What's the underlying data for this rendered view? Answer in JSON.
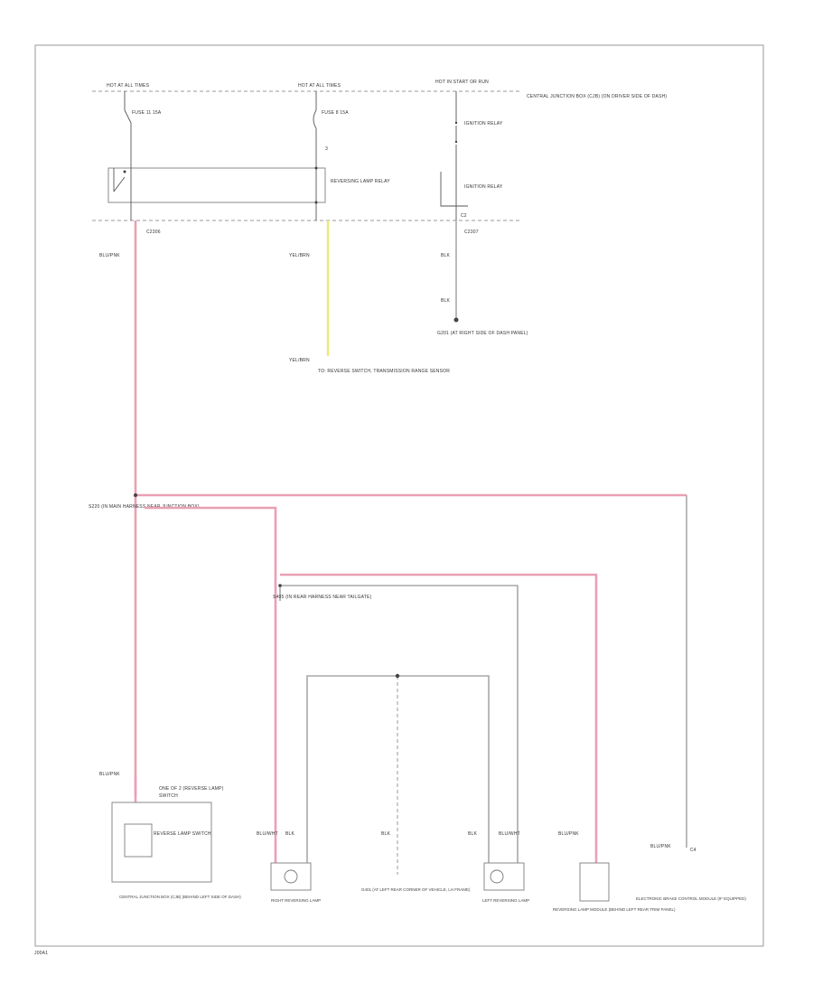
{
  "labels": {
    "top_left_fuse": "HOT AT ALL TIMES",
    "top_mid_fuse": "HOT AT ALL TIMES",
    "top_right_fuse": "HOT IN START OR RUN",
    "top_right_note": "CENTRAL JUNCTION BOX (CJB) (ON DRIVER SIDE OF DASH)",
    "fuse_left": "FUSE 11 15A",
    "fuse_mid": "FUSE 8 15A",
    "relay_coil_label": "REVERSING LAMP RELAY",
    "ignition_relay": "IGNITION RELAY",
    "ignition_relay_label": "IGNITION RELAY",
    "terminal_mid": "3",
    "terminal_right": "C2",
    "pin_left": "C2306",
    "pin_right": "C2307",
    "wire_left_top": "BLU/PNK",
    "wire_mid_top": "YEL/BRN",
    "wire_right_top": "BLK",
    "wire_right_mid": "BLK",
    "ground_top": "G201 (AT RIGHT SIDE OF DASH PANEL)",
    "yellow_dest_wire": "YEL/BRN",
    "yellow_dest": "TO: REVERSE SWITCH, TRANSMISSION RANGE SENSOR",
    "splice_main": "S220 (IN MAIN HARNESS NEAR JUNCTION BOX)",
    "splice_rear": "S405 (IN REAR HARNESS NEAR TAILGATE)",
    "wire_left_bottom": "BLU/PNK",
    "switch_term": "ONE OF 2 (REVERSE LAMP)",
    "switch_term_s": "SWITCH",
    "switch_inner": "REVERSE LAMP SWITCH",
    "left_lamp_wire": "BLU/WHT",
    "right_lamp_wire": "BLU/WHT",
    "gnd_left_wire": "BLK",
    "gnd_center_wire": "BLK",
    "gnd_right_wire": "BLK",
    "pink_right_wire": "BLU/PNK",
    "far_right_wire": "BLU/PNK",
    "far_right_term": "C4",
    "cap_switch": "CENTRAL JUNCTION BOX (CJB) (BEHIND LEFT SIDE OF DASH)",
    "cap_lamp_right": "RIGHT REVERSING LAMP",
    "cap_ground": "G401 (AT LEFT REAR CORNER OF VEHICLE, LH FRAME)",
    "cap_lamp_left": "LEFT REVERSING LAMP",
    "cap_module": "REVERSING LAMP MODULE (BEHIND LEFT REAR TRIM PANEL)",
    "cap_far_right": "ELECTRONIC BRAKE CONTROL MODULE (IF EQUIPPED)",
    "corner_code": "J00A1"
  },
  "colors": {
    "pink_wire": "#eaa0b4",
    "yellow_wire": "#e8ea7a",
    "gray_wire": "#a8a8a8",
    "border": "#9a9a9a"
  },
  "icons": [
    "fuse-icon",
    "relay-switch-icon",
    "ground-icon",
    "lamp-icon",
    "splice-dot-icon"
  ]
}
